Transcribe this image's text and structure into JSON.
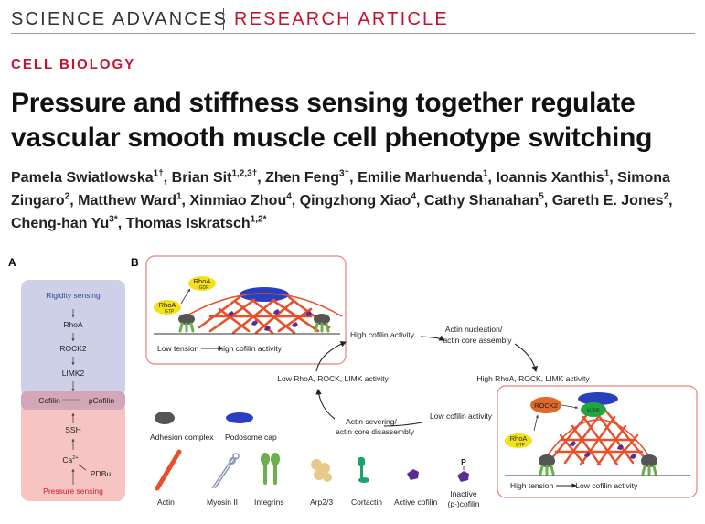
{
  "header": {
    "journal": "SCIENCE ADVANCES",
    "article_type": "RESEARCH ARTICLE",
    "section": "CELL BIOLOGY"
  },
  "title": {
    "line1": "Pressure and stiffness sensing together regulate",
    "line2": "vascular smooth muscle cell phenotype switching"
  },
  "authors": [
    {
      "name": "Pamela Swiatlowska",
      "aff": "1†",
      "sep": ", "
    },
    {
      "name": "Brian Sit",
      "aff": "1,2,3†",
      "sep": ", "
    },
    {
      "name": "Zhen Feng",
      "aff": "3†",
      "sep": ", "
    },
    {
      "name": "Emilie Marhuenda",
      "aff": "1",
      "sep": ", "
    },
    {
      "name": "Ioannis Xanthis",
      "aff": "1",
      "sep": ", "
    },
    {
      "name": "Simona Zingaro",
      "aff": "2",
      "sep": ", "
    },
    {
      "name": "Matthew Ward",
      "aff": "1",
      "sep": ", "
    },
    {
      "name": "Xinmiao Zhou",
      "aff": "4",
      "sep": ", "
    },
    {
      "name": "Qingzhong Xiao",
      "aff": "4",
      "sep": ", "
    },
    {
      "name": "Cathy Shanahan",
      "aff": "5",
      "sep": ", "
    },
    {
      "name": "Gareth E. Jones",
      "aff": "2",
      "sep": ", "
    },
    {
      "name": "Cheng-han Yu",
      "aff": "3*",
      "sep": ", "
    },
    {
      "name": "Thomas Iskratsch",
      "aff": "1,2*",
      "sep": ""
    }
  ],
  "figure": {
    "panel_a": {
      "label": "A",
      "top_heading": "Rigidity sensing",
      "steps": [
        "RhoA",
        "ROCK2",
        "LIMK2"
      ],
      "junction_left": "Cofilin",
      "junction_right": "pCofilin",
      "lower_steps": [
        "SSH",
        "Ca",
        "PDBu"
      ],
      "ca_superscript": "2+",
      "bottom_heading": "Pressure sensing",
      "colors": {
        "top": "#cdd0e6",
        "bottom": "#f6c4c2",
        "junction": "#d3a7b7",
        "blue_text": "#3b4a9e",
        "red_text": "#d0202a"
      }
    },
    "panel_b": {
      "label": "B",
      "top_inset_caption": [
        "Low tension",
        "high cofilin activity"
      ],
      "bottom_inset_caption": [
        "High tension",
        "Low cofilin activity"
      ],
      "rhoa_gdp": [
        "RhoA",
        "GDP"
      ],
      "rhoa_gtp": [
        "RhoA",
        "GTP"
      ],
      "rock2": "ROCK2",
      "plimk": "pLIMK",
      "cycle": {
        "top": "High cofilin activity",
        "top_right": [
          "Actin nucleation/",
          "actin core assembly"
        ],
        "right": "High RhoA, ROCK, LIMK activity",
        "bottom_right": "Low cofilin activity",
        "bottom": [
          "Actin severing/",
          "actin core  disassembly"
        ],
        "left": "Low RhoA, ROCK, LIMK activity"
      },
      "legend": [
        "Adhesion complex",
        "Podosome cap",
        "Actin",
        "Myosin II",
        "Integrins",
        "Arp2/3",
        "Cortactin",
        "Active cofilin",
        "Inactive",
        "(p-)cofilin"
      ],
      "p_marker": "P",
      "colors": {
        "inset_border": "#e88080",
        "actin": "#e8502a",
        "myosin": "#2a3fc0",
        "integrin": "#6ab04c",
        "cofilin": "#5a2d91",
        "rhoa": "#f3e219",
        "rock": "#e0682a"
      }
    }
  }
}
